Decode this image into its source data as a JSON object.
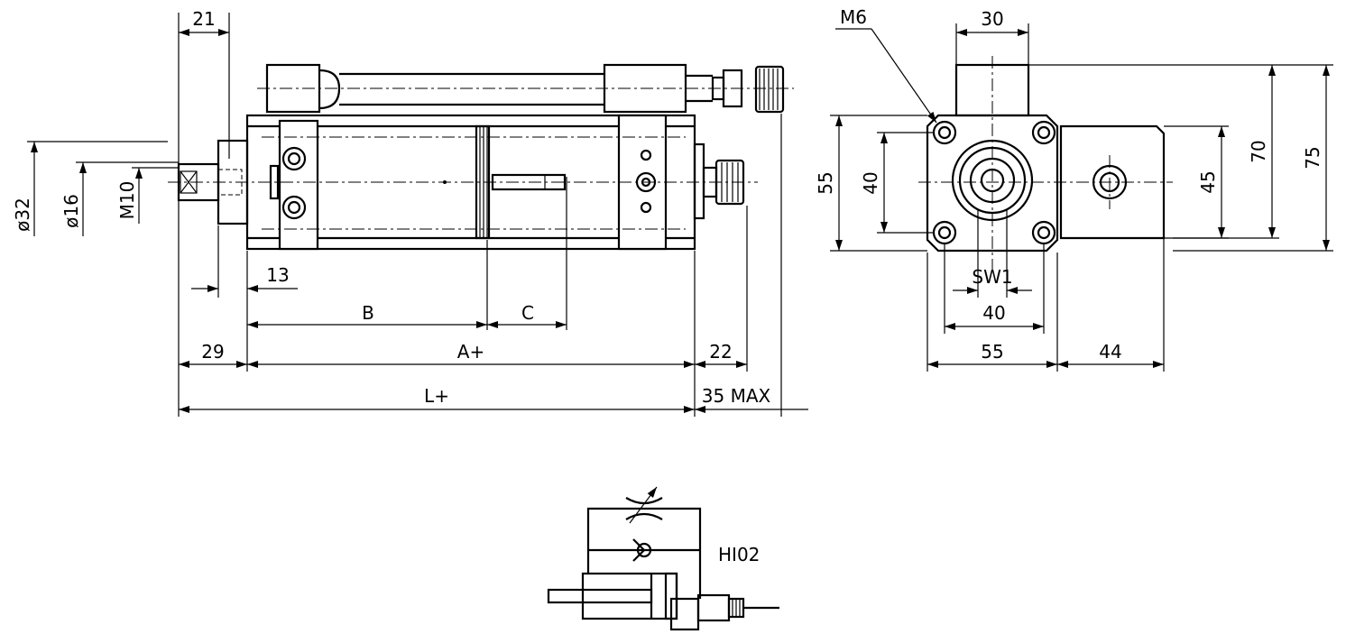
{
  "side_view": {
    "dims": {
      "d21": "21",
      "d32": "ø32",
      "d16": "ø16",
      "m10": "M10",
      "d13": "13",
      "B": "B",
      "C": "C",
      "d29": "29",
      "A": "A+",
      "d22": "22",
      "L": "L+",
      "max35": "35 MAX"
    }
  },
  "end_view": {
    "dims": {
      "m6": "M6",
      "d30": "30",
      "d55v": "55",
      "d40v": "40",
      "d45": "45",
      "d70": "70",
      "d75": "75",
      "sw1": "SW1",
      "d40h": "40",
      "d55h": "55",
      "d44": "44"
    }
  },
  "symbol": {
    "label": "HI02"
  }
}
